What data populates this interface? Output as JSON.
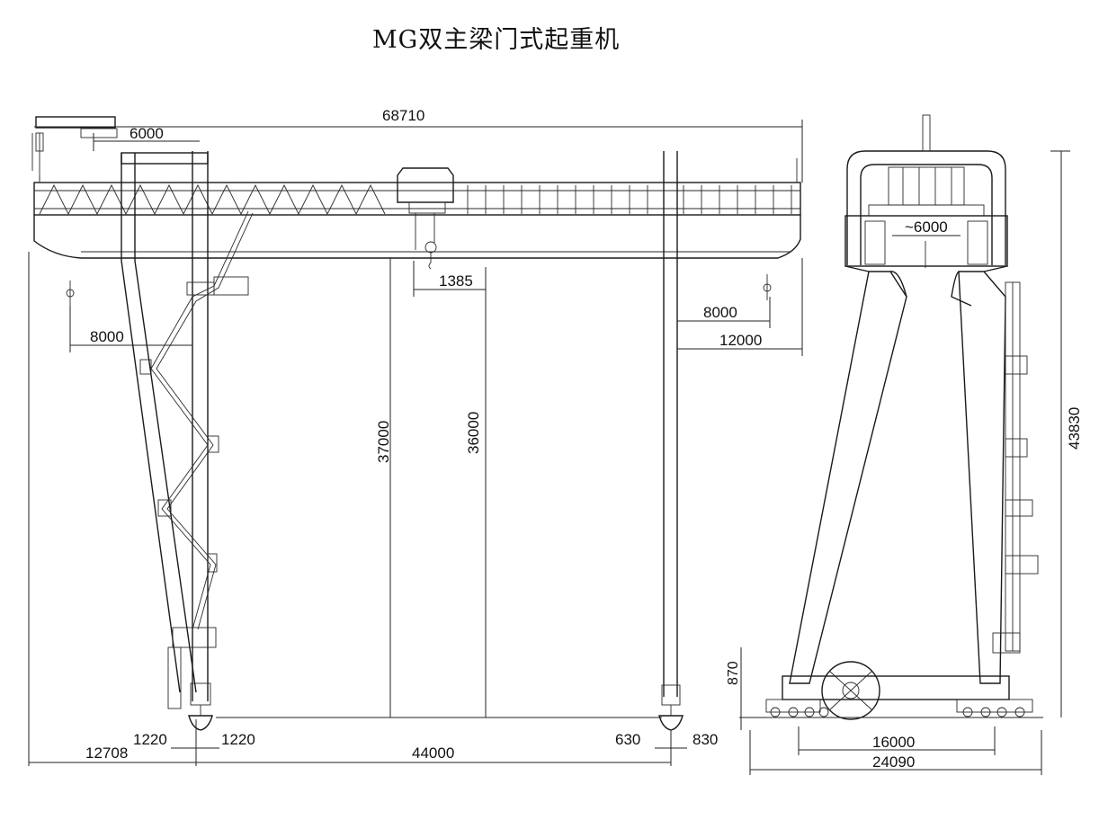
{
  "title": "MG双主梁门式起重机",
  "dimensions": {
    "overall_length": "68710",
    "cantilever_left_top": "6000",
    "trolley_offset": "1385",
    "cantilever_right_8000": "8000",
    "cantilever_left_8000": "8000",
    "right_extent": "12000",
    "lift_height_37000": "37000",
    "lift_height_36000": "36000",
    "left_wheel_1220_a": "1220",
    "left_wheel_1220_b": "1220",
    "left_overhang": "12708",
    "span": "44000",
    "right_wheel_630": "630",
    "right_wheel_830": "830",
    "side_trolley_gauge": "~6000",
    "side_height": "43830",
    "side_rail_height": "870",
    "side_wheelbase": "16000",
    "side_overall_width": "24090"
  }
}
